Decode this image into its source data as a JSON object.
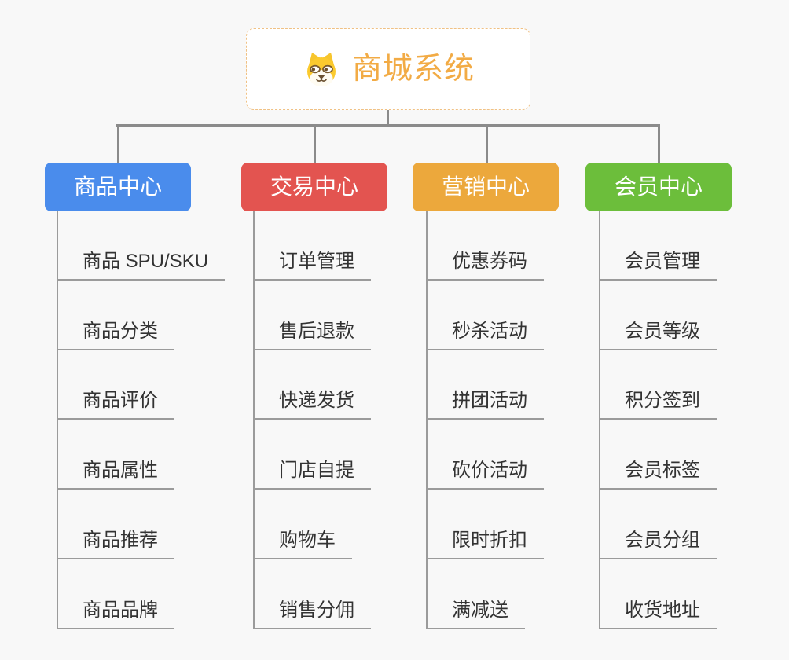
{
  "canvas": {
    "background_color": "#f8f8f8"
  },
  "root": {
    "title": "商城系统",
    "icon": "dog-face-icon",
    "title_color": "#f2ab45",
    "border_color": "#f0c184",
    "background_color": "#ffffff"
  },
  "connectors": {
    "tree_line_color": "#8b8b8b",
    "item_line_color": "#9b9b9b"
  },
  "item_text_color": "#333333",
  "branches": [
    {
      "id": "product-center",
      "label": "商品中心",
      "color": "#4a8cec",
      "items": [
        "商品 SPU/SKU",
        "商品分类",
        "商品评价",
        "商品属性",
        "商品推荐",
        "商品品牌"
      ]
    },
    {
      "id": "trade-center",
      "label": "交易中心",
      "color": "#e35450",
      "items": [
        "订单管理",
        "售后退款",
        "快递发货",
        "门店自提",
        "购物车",
        "销售分佣"
      ]
    },
    {
      "id": "marketing-center",
      "label": "营销中心",
      "color": "#eca83c",
      "items": [
        "优惠券码",
        "秒杀活动",
        "拼团活动",
        "砍价活动",
        "限时折扣",
        "满减送"
      ]
    },
    {
      "id": "member-center",
      "label": "会员中心",
      "color": "#6cbe3b",
      "items": [
        "会员管理",
        "会员等级",
        "积分签到",
        "会员标签",
        "会员分组",
        "收货地址"
      ]
    }
  ]
}
